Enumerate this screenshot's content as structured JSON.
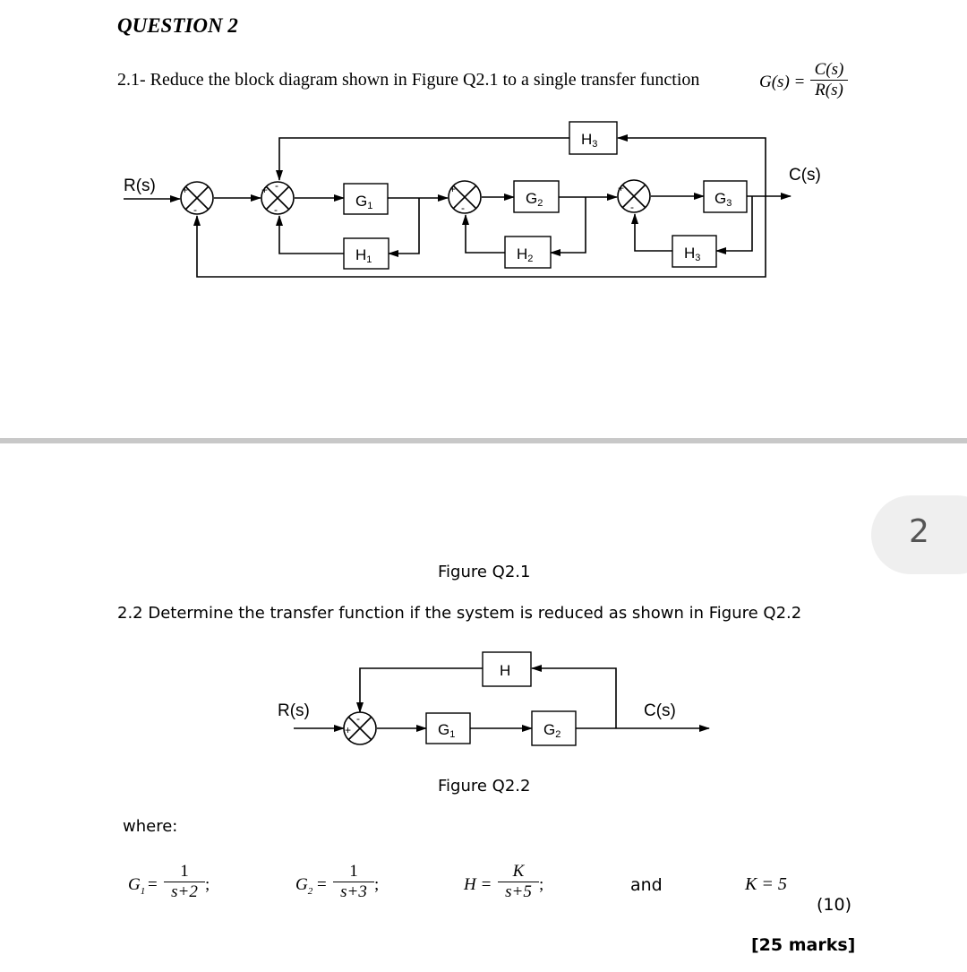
{
  "question": {
    "title": "QUESTION 2",
    "q21_text": "2.1- Reduce the block diagram shown in Figure Q2.1 to a single transfer function",
    "q21_formula_lhs": "G(s) =",
    "q21_formula_num": "C(s)",
    "q21_formula_den": "R(s)"
  },
  "figure1": {
    "input_label": "R(s)",
    "output_label": "C(s)",
    "blocks": {
      "g1": "G",
      "g1_sub": "1",
      "g2": "G",
      "g2_sub": "2",
      "g3": "G",
      "g3_sub": "3",
      "h1": "H",
      "h1_sub": "1",
      "h2": "H",
      "h2_sub": "2",
      "h3_bottom": "H",
      "h3_bottom_sub": "3",
      "h3_top": "H",
      "h3_top_sub": "3"
    },
    "signs": {
      "plus": "+",
      "minus": "-"
    },
    "caption": "Figure Q2.1"
  },
  "page_badge": "2",
  "q22": {
    "text": "2.2 Determine the transfer function if the system is reduced as shown in Figure Q2.2"
  },
  "figure2": {
    "input_label": "R(s)",
    "output_label": "C(s)",
    "blocks": {
      "h": "H",
      "g1": "G",
      "g1_sub": "1",
      "g2": "G",
      "g2_sub": "2"
    },
    "caption": "Figure Q2.2"
  },
  "where_label": "where:",
  "equations": {
    "g1_lhs": "G",
    "g1_lhs_sub": "1",
    "g1_eq": "=",
    "g1_num": "1",
    "g1_den": "s+2",
    "g2_lhs": "G",
    "g2_lhs_sub": "2",
    "g2_eq": "=",
    "g2_num": "1",
    "g2_den": "s+3",
    "h_lhs": "H =",
    "h_num": "K",
    "h_den": "s+5",
    "semicolon": ";",
    "and_word": "and",
    "k_value": "K = 5"
  },
  "marks": {
    "part": "(10)",
    "total": "[25 marks]"
  }
}
